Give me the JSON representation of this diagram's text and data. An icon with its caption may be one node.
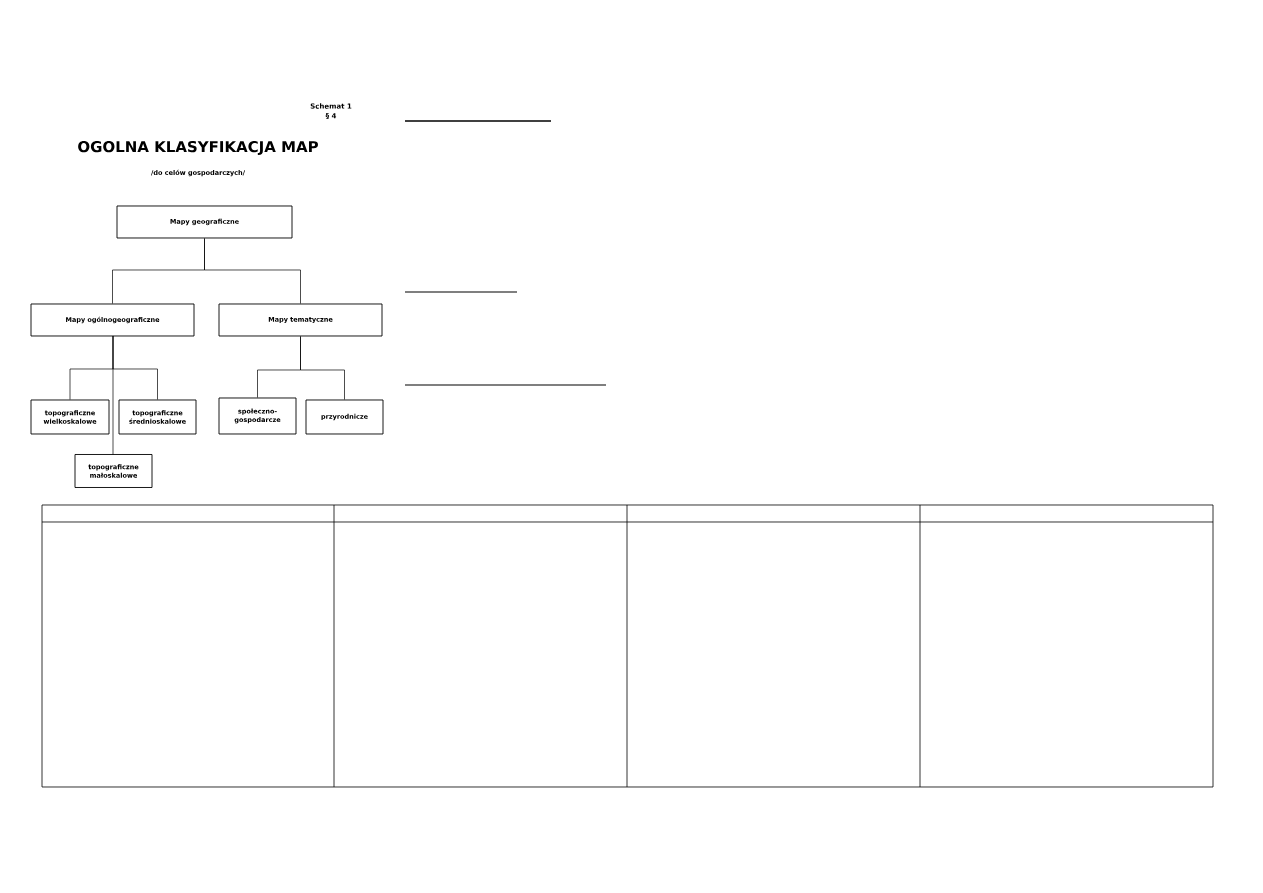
{
  "diagram": {
    "title": "OGOLNA KLASYFIKACJA MAP",
    "nodes": [
      {
        "text": [
          "Mapy geograficzne"
        ]
      },
      {
        "text": [
          "Mapy ogólnogeograficzne"
        ]
      },
      {
        "text": [
          "Mapy tematyczne"
        ]
      },
      {
        "text": [
          "topograficzne wielkoskalowe"
        ]
      },
      {
        "text": [
          "topograficzne średnioskalowe"
        ]
      },
      {
        "text": [
          "topograficzne małoskalowe"
        ]
      },
      {
        "text": [
          "społeczno- gospodarcze"
        ]
      },
      {
        "text": [
          "przyrodnicze"
        ]
      }
    ],
    "edges": [
      {
        "from": 0,
        "to": 1,
        "arrow": "none"
      },
      {
        "from": 0,
        "to": 2,
        "arrow": "none"
      },
      {
        "from": 1,
        "to": 3,
        "arrow": "none"
      },
      {
        "from": 1,
        "to": 4,
        "arrow": "none"
      },
      {
        "from": 1,
        "to": 5,
        "arrow": "none"
      },
      {
        "from": 2,
        "to": 6,
        "arrow": "none"
      },
      {
        "from": 2,
        "to": 7,
        "arrow": "none"
      }
    ],
    "labels": [
      "Schemat 1",
      "§ 4",
      "/do celów gospodarczych/"
    ]
  }
}
